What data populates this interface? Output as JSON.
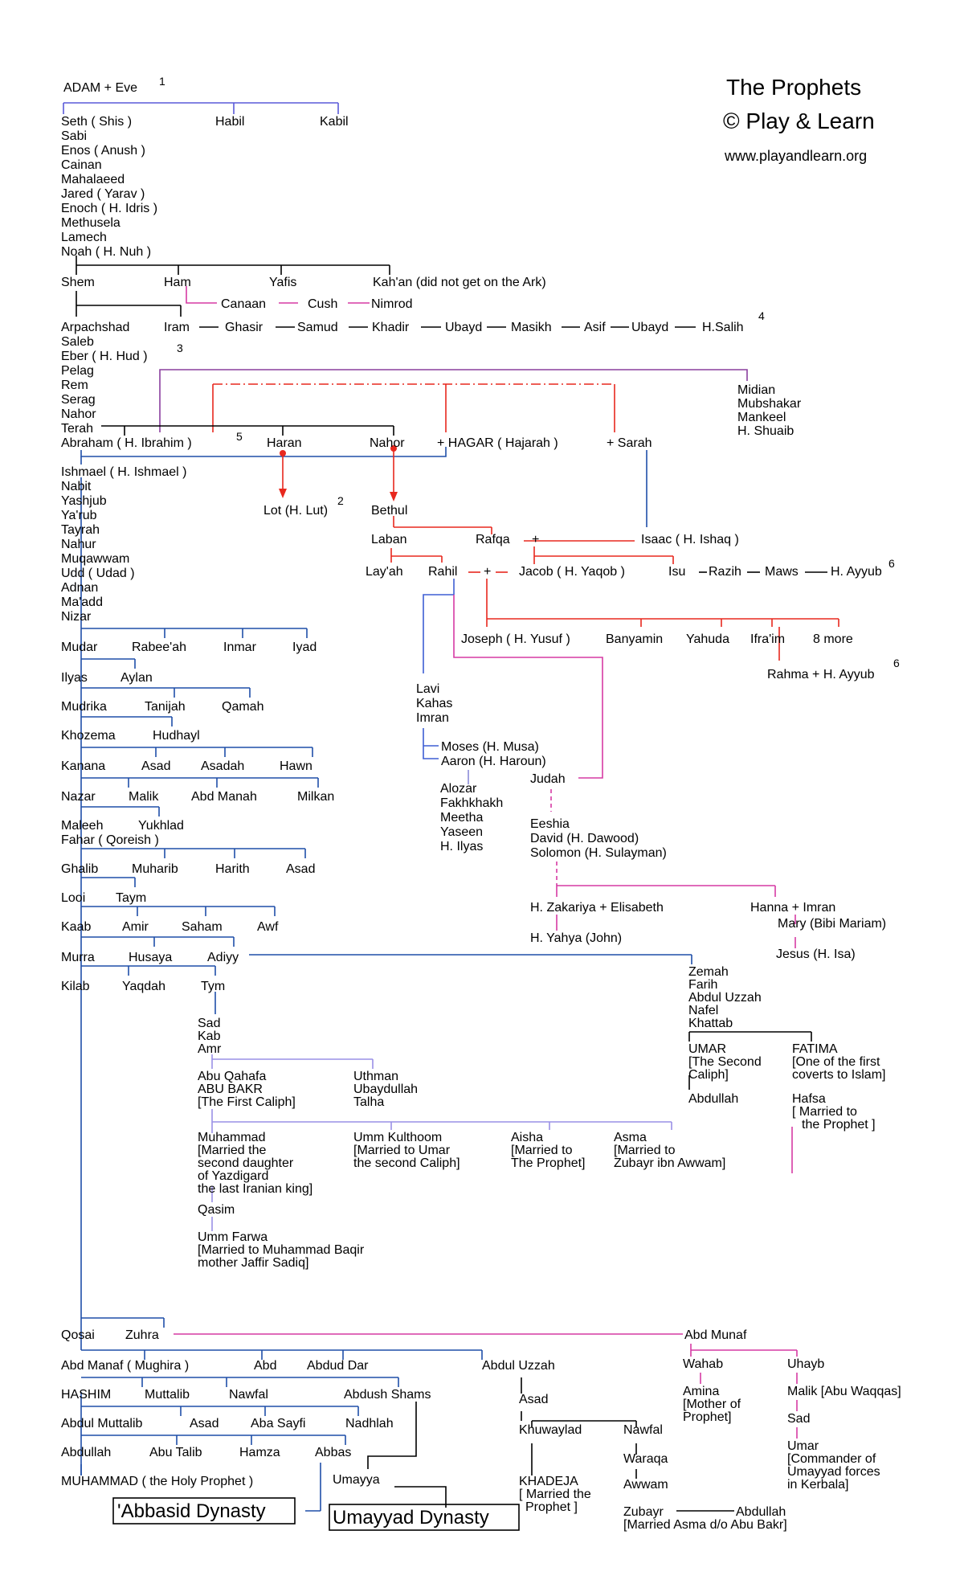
{
  "header": {
    "title": "The Prophets",
    "brand": "© Play & Learn",
    "url": "www.playandlearn.org"
  },
  "colors": {
    "blue_lines": "#1f4fa8",
    "lavender_lines": "#9a90e6",
    "red_lines": "#e8281e",
    "magenta_lines": "#d63aa4",
    "purple_lines": "#8a3f9e",
    "black_lines": "#000000"
  },
  "notes": [
    "1",
    "2",
    "3",
    "4",
    "5",
    "6",
    "6"
  ],
  "adam_line": {
    "root": "ADAM + Eve",
    "children": [
      "Seth ( Shis )",
      "Habil",
      "Kabil"
    ],
    "descendants": [
      "Sabi",
      "Enos ( Anush )",
      "Cainan",
      "Mahalaeed",
      "Jared ( Yarav )",
      "Enoch ( H. Idris )",
      "Methusela",
      "Lamech",
      "Noah ( H. Nuh )"
    ]
  },
  "noah_children": {
    "shem": "Shem",
    "ham": "Ham",
    "yafis": "Yafis",
    "kanan": "Kah'an (did not get on the Ark)",
    "ham_line": [
      "Canaan",
      "Cush",
      "Nimrod"
    ]
  },
  "iram_line": [
    "Iram",
    "Ghasir",
    "Samud",
    "Khadir",
    "Ubayd",
    "Masikh",
    "Asif",
    "Ubayd",
    "H.Salih"
  ],
  "shem_line": [
    "Arpachshad",
    "Saleb",
    "Eber ( H. Hud )",
    "Pelag",
    "Rem",
    "Serag",
    "Nahor",
    "Terah"
  ],
  "midian_line": [
    "Midian",
    "Mubshakar",
    "Mankeel",
    "H. Shuaib"
  ],
  "abraham_row": {
    "abraham": "Abraham ( H. Ibrahim )",
    "haran": "Haran",
    "nahor": "Nahor",
    "hagar": "+ HAGAR ( Hajarah )",
    "sarah": "+ Sarah"
  },
  "ishmael_line": [
    "Ishmael ( H. Ishmael )",
    "Nabit",
    "Yashjub",
    "Ya'rub",
    "Tayrah",
    "Nahur",
    "Muqawwam",
    "Udd ( Udad )",
    "Adnan",
    "Ma'add",
    "Nizar"
  ],
  "lot": "Lot (H. Lut)",
  "isaac_family": {
    "bethul": "Bethul",
    "laban": "Laban",
    "rafqa": "Rafqa",
    "plus": "+",
    "isaac": "Isaac ( H. Ishaq )",
    "layah": "Lay'ah",
    "rahil": "Rahil",
    "jacob": "Jacob ( H. Yaqob )",
    "isu_line": [
      "Isu",
      "Razih",
      "Maws",
      "H. Ayyub"
    ],
    "jacob_sons": [
      "Joseph ( H. Yusuf )",
      "Banyamin",
      "Yahuda",
      "Ifra'im",
      "8 more"
    ],
    "rahma": "Rahma + H. Ayyub"
  },
  "levi_line": {
    "lines": [
      "Lavi",
      "Kahas",
      "Imran"
    ],
    "moses": "Moses (H. Musa)",
    "aaron": "Aaron (H. Haroun)",
    "aaron_line": [
      "Alozar",
      "Fakhkhakh",
      "Meetha",
      "Yaseen",
      "H. Ilyas"
    ]
  },
  "judah_line": {
    "judah": "Judah",
    "eeshia": "Eeshia",
    "david": "David (H. Dawood)",
    "solomon": "Solomon (H. Sulayman)",
    "zakariya": "H. Zakariya + Elisabeth",
    "yahya": "H. Yahya (John)",
    "hanna": "Hanna + Imran",
    "mary": "Mary (Bibi Mariam)",
    "jesus": "Jesus (H. Isa)"
  },
  "arab_rows": {
    "r1": [
      "Mudar",
      "Rabee'ah",
      "Inmar",
      "Iyad"
    ],
    "r2": [
      "Ilyas",
      "Aylan"
    ],
    "r3": [
      "Mudrika",
      "Tanijah",
      "Qamah"
    ],
    "r4": [
      "Khozema",
      "Hudhayl"
    ],
    "r5": [
      "Kanana",
      "Asad",
      "Asadah",
      "Hawn"
    ],
    "r6": [
      "Nazar",
      "Malik",
      "Abd Manah",
      "Milkan"
    ],
    "r7": [
      "Maleeh",
      "Yukhlad"
    ],
    "r8": [
      "Fahar ( Qoreish )"
    ],
    "r9": [
      "Ghalib",
      "Muharib",
      "Harith",
      "Asad"
    ],
    "r10": [
      "Looi",
      "Taym"
    ],
    "r11": [
      "Kaab",
      "Amir",
      "Saham",
      "Awf"
    ],
    "r12": [
      "Murra",
      "Husaya",
      "Adiyy"
    ],
    "r13": [
      "Kilab",
      "Yaqdah",
      "Tym"
    ]
  },
  "abu_bakr_family": {
    "sad_line": [
      "Sad",
      "Kab",
      "Amr"
    ],
    "abu_bakr": [
      "Abu Qahafa",
      "ABU BAKR",
      "[The First Caliph]"
    ],
    "uthman": [
      "Uthman",
      "Ubaydullah",
      "Talha"
    ],
    "muhammad": [
      "Muhammad",
      "[Married the",
      "second daughter",
      "of Yazdigard",
      "the last Iranian king]"
    ],
    "umm_kulthoom": [
      "Umm Kulthoom",
      "[Married to Umar",
      "the second Caliph]"
    ],
    "aisha": [
      "Aisha",
      "[Married to",
      "The Prophet]"
    ],
    "asma": [
      "Asma",
      "[Married to",
      "Zubayr ibn Awwam]"
    ],
    "qasim": "Qasim",
    "umm_farwa": [
      "Umm Farwa",
      "[Married to Muhammad Baqir",
      "mother Jaffir Sadiq]"
    ]
  },
  "umar_family": {
    "line": [
      "Zemah",
      "Farih",
      "Abdul Uzzah",
      "Nafel",
      "Khattab"
    ],
    "umar": [
      "UMAR",
      "[The Second",
      "Caliph]"
    ],
    "fatima": [
      "FATIMA",
      "[One of the first",
      "coverts to Islam]"
    ],
    "abdullah": "Abdullah",
    "hafsa": [
      "Hafsa",
      "[ Married to",
      "the Prophet ]"
    ]
  },
  "quraysh": {
    "qosai": "Qosai",
    "zuhra": "Zuhra",
    "abd_munaf_z": "Abd Munaf",
    "row_a": [
      "Abd Manaf ( Mughira )",
      "Abd",
      "Abdud Dar",
      "Abdul Uzzah"
    ],
    "row_b": [
      "HASHIM",
      "Muttalib",
      "Nawfal",
      "Abdush Shams"
    ],
    "row_c": [
      "Abdul Muttalib",
      "Asad",
      "Aba Sayfi",
      "Nadhlah"
    ],
    "row_d": [
      "Abdullah",
      "Abu Talib",
      "Hamza",
      "Abbas"
    ],
    "muhammad": "MUHAMMAD ( the Holy Prophet )",
    "umayya": "Umayya",
    "abbasid": "'Abbasid Dynasty",
    "umayyad": "Umayyad Dynasty"
  },
  "khadija_family": {
    "asad": "Asad",
    "khuwaylad": "Khuwaylad",
    "nawfal": "Nawfal",
    "khadeja": [
      "KHADEJA",
      "[ Married the",
      "Prophet ]"
    ],
    "waraqa": "Waraqa",
    "awwam": "Awwam",
    "zubayr": [
      "Zubayr",
      "[Married Asma d/o Abu Bakr]"
    ],
    "abdullah": "Abdullah"
  },
  "zuhra_family": {
    "wahab": "Wahab",
    "uhayb": "Uhayb",
    "amina": [
      "Amina",
      "[Mother of",
      "Prophet]"
    ],
    "malik": "Malik [Abu Waqqas]",
    "sad": "Sad",
    "umar": [
      "Umar",
      "[Commander of",
      "Umayyad forces",
      "in Kerbala]"
    ]
  }
}
